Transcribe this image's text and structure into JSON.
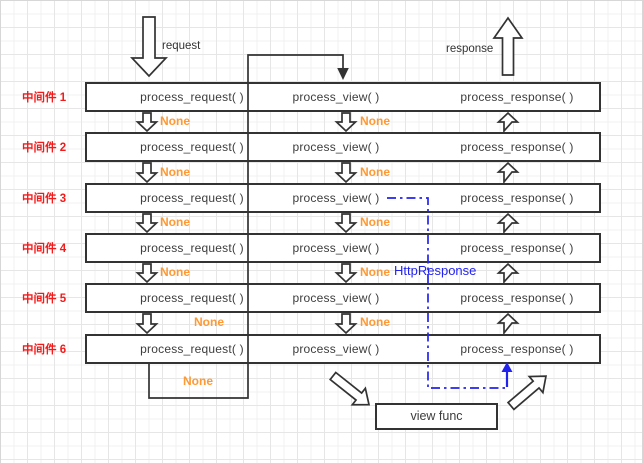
{
  "flow": {
    "request_label": "request",
    "response_label": "response"
  },
  "middlewares": [
    {
      "label": "中间件 1",
      "request": "process_request( )",
      "view": "process_view( )",
      "response": "process_response( )"
    },
    {
      "label": "中间件 2",
      "request": "process_request( )",
      "view": "process_view( )",
      "response": "process_response( )"
    },
    {
      "label": "中间件 3",
      "request": "process_request( )",
      "view": "process_view( )",
      "response": "process_response( )"
    },
    {
      "label": "中间件 4",
      "request": "process_request( )",
      "view": "process_view( )",
      "response": "process_response( )"
    },
    {
      "label": "中间件 5",
      "request": "process_request( )",
      "view": "process_view( )",
      "response": "process_response( )"
    },
    {
      "label": "中间件 6",
      "request": "process_request( )",
      "view": "process_view( )",
      "response": "process_response( )"
    }
  ],
  "labels": {
    "none": "None",
    "http_response": "HttpResponse"
  },
  "view_func": {
    "label": "view func"
  },
  "colors": {
    "middleware_label_red": "#f21b1b",
    "none_orange": "#ff9933",
    "httpresponse_blue": "#2323ee",
    "line_dark": "#333333"
  }
}
